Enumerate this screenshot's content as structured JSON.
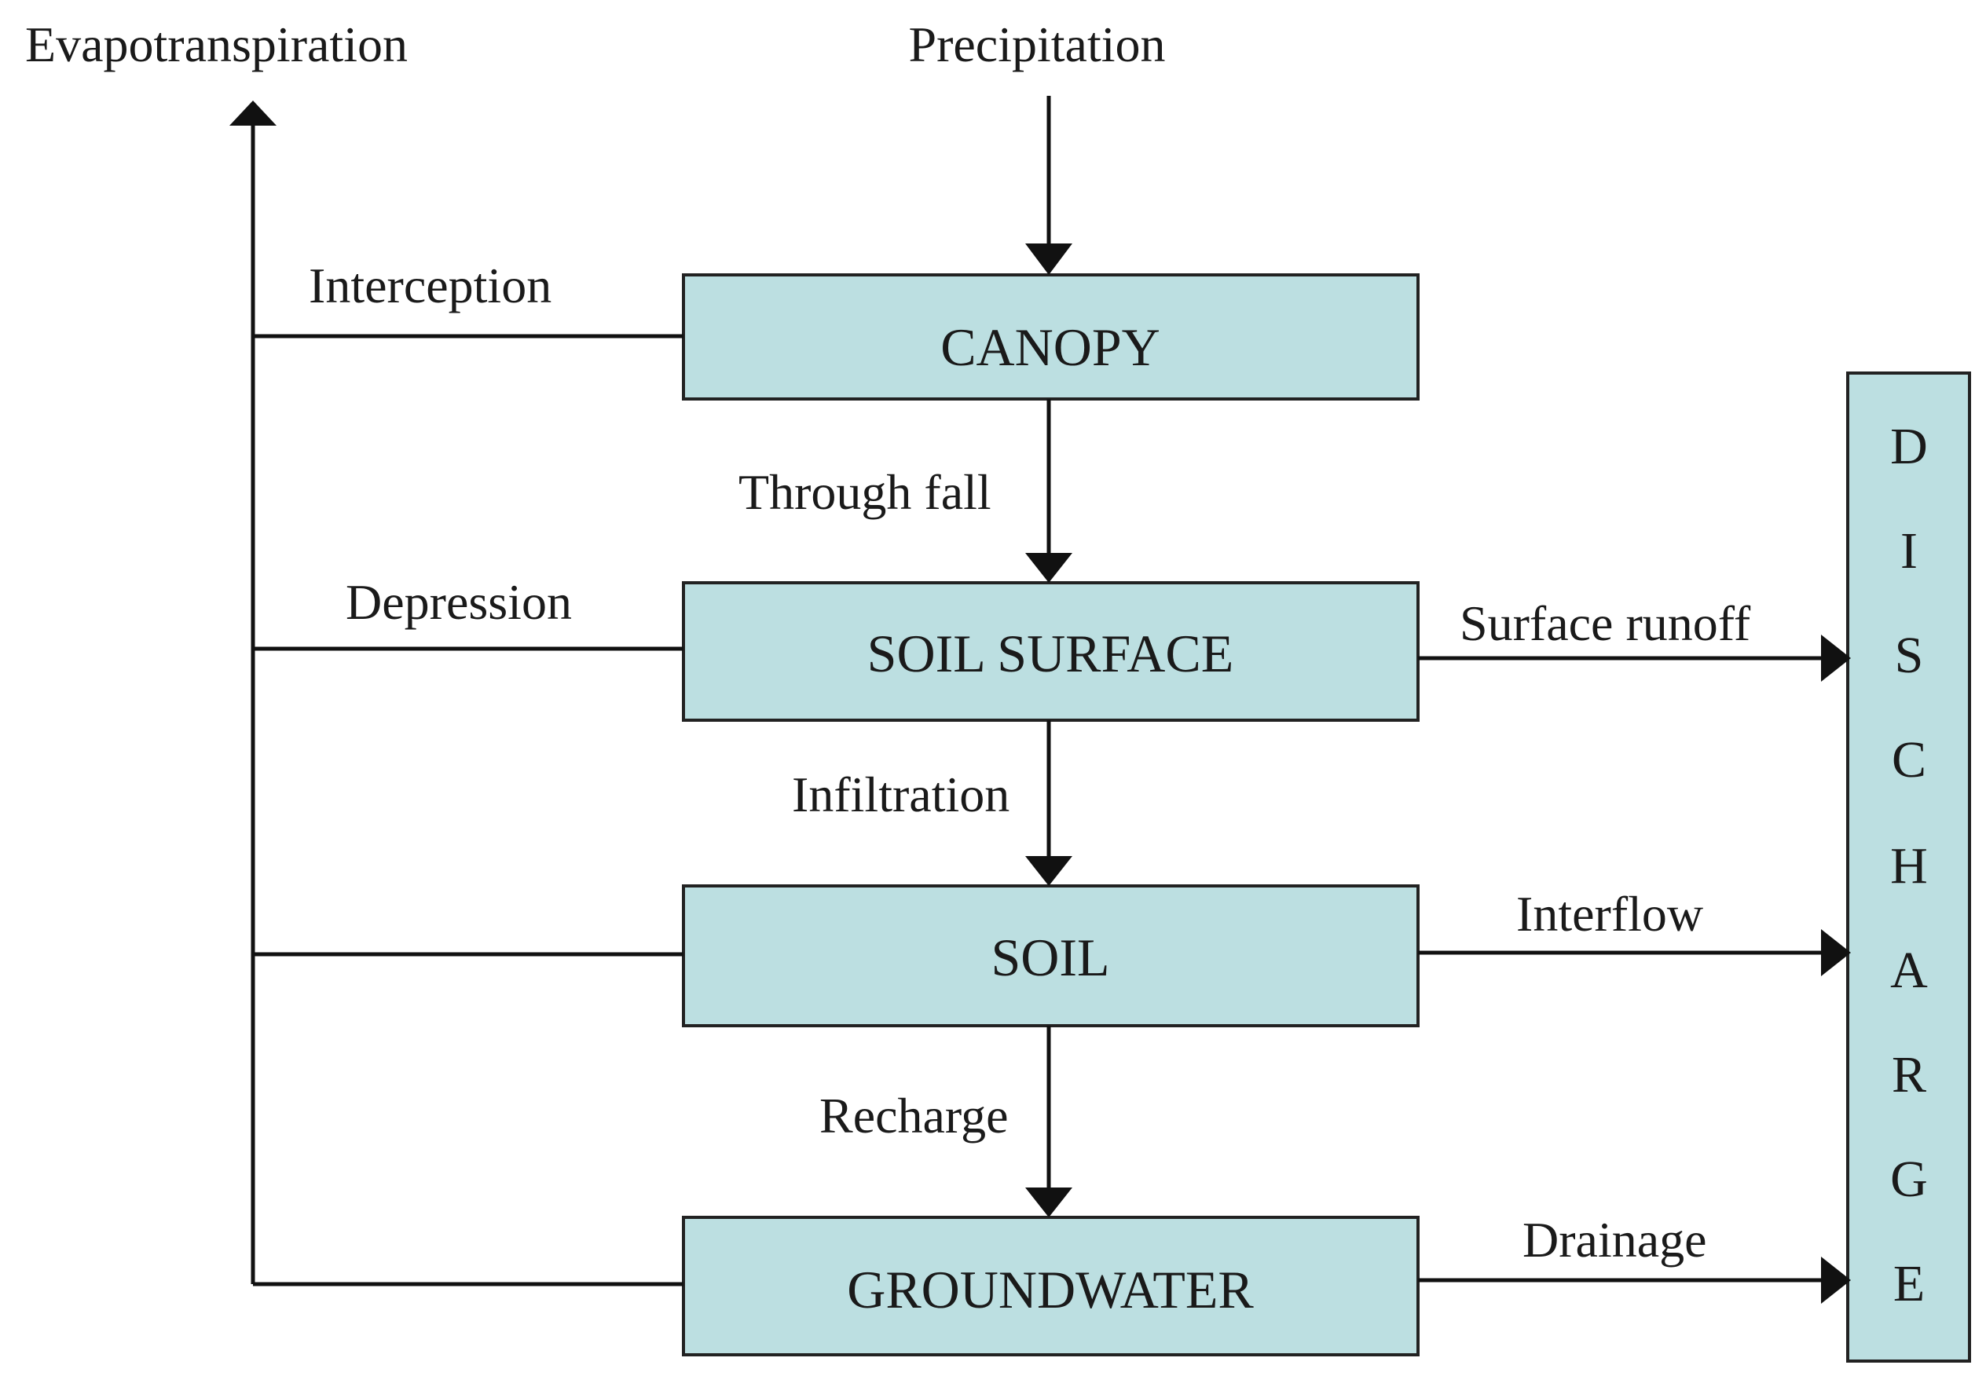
{
  "colors": {
    "box_fill": "#bcdfe1",
    "line": "#111111"
  },
  "top_labels": {
    "evapotranspiration": "Evapotranspiration",
    "precipitation": "Precipitation"
  },
  "boxes": {
    "canopy": "CANOPY",
    "soil_surface": "SOIL SURFACE",
    "soil": "SOIL",
    "groundwater": "GROUNDWATER"
  },
  "flows": {
    "interception": "Interception",
    "through_fall": "Through fall",
    "depression": "Depression",
    "surface_runoff": "Surface runoff",
    "infiltration": "Infiltration",
    "interflow": "Interflow",
    "recharge": "Recharge",
    "drainage": "Drainage"
  },
  "discharge_letters": [
    "D",
    "I",
    "S",
    "C",
    "H",
    "A",
    "R",
    "G",
    "E"
  ]
}
